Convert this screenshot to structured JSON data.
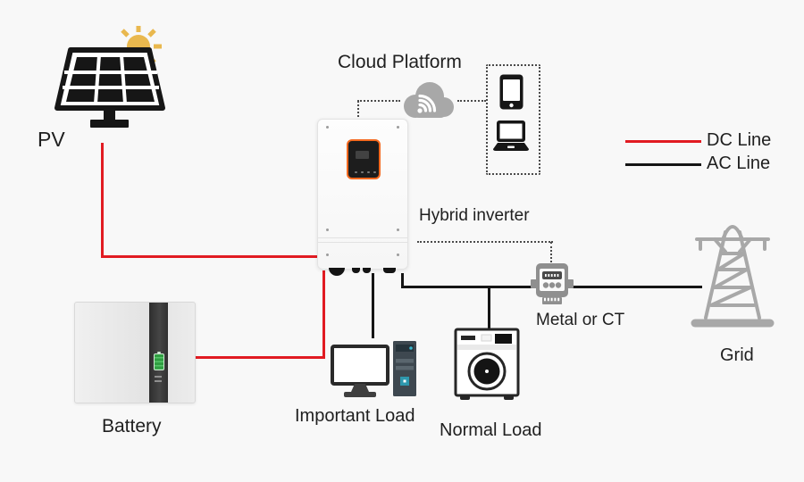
{
  "nodes": {
    "pv": {
      "label": "PV"
    },
    "battery": {
      "label": "Battery"
    },
    "inverter": {
      "label": "Hybrid inverter"
    },
    "cloud": {
      "label": "Cloud Platform"
    },
    "meter": {
      "label": "Metal or CT"
    },
    "grid": {
      "label": "Grid"
    },
    "important_load": {
      "label": "Important Load"
    },
    "normal_load": {
      "label": "Normal Load"
    }
  },
  "legend": {
    "dc_label": "DC Line",
    "ac_label": "AC Line"
  },
  "connections": [
    {
      "from": "pv",
      "to": "inverter",
      "type": "dc"
    },
    {
      "from": "battery",
      "to": "inverter",
      "type": "dc"
    },
    {
      "from": "inverter",
      "to": "important_load",
      "type": "ac"
    },
    {
      "from": "inverter",
      "to": "meter",
      "type": "ac"
    },
    {
      "from": "meter",
      "to": "grid",
      "type": "ac"
    },
    {
      "from": "ac_bus",
      "to": "normal_load",
      "type": "ac"
    },
    {
      "from": "inverter",
      "to": "cloud",
      "type": "wireless-dotted"
    },
    {
      "from": "cloud",
      "to": "monitoring_devices",
      "type": "wireless-dotted"
    },
    {
      "from": "inverter",
      "to": "meter",
      "type": "signal-dotted"
    }
  ],
  "icons": [
    "solar-panel-icon",
    "sun-icon",
    "battery-icon",
    "inverter-icon",
    "cloud-wifi-icon",
    "smartphone-icon",
    "laptop-icon",
    "energy-meter-icon",
    "transmission-tower-icon",
    "desktop-computer-icon",
    "washing-machine-icon"
  ],
  "colors": {
    "background": "#f8f8f8",
    "dc_line": "#e11b22",
    "ac_line": "#151515",
    "dotted_line": "#4a4a4a",
    "icon_gray": "#a8a8a8",
    "meter_gray": "#8f8f8f",
    "sun_yellow": "#e9b84e",
    "screen_orange": "#f4691f",
    "battery_green": "#2f9e41",
    "text": "#1f1f1f"
  }
}
